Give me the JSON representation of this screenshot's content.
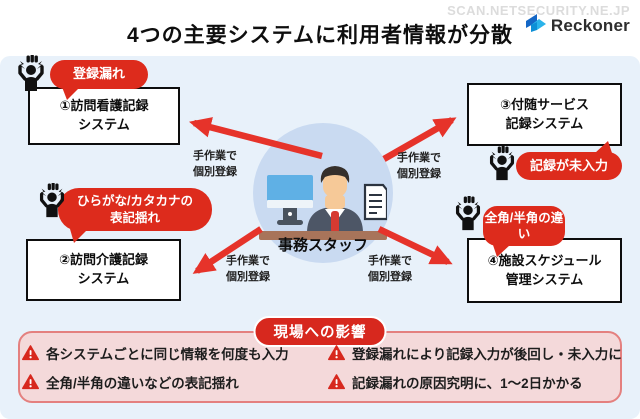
{
  "header": {
    "watermark": "SCAN.NETSECURITY.NE.JP",
    "logo_text": "Reckoner",
    "title": "4つの主要システムに利用者情報が分散"
  },
  "systems": [
    {
      "name": "①訪問看護記録\nシステム",
      "issue": "登録漏れ"
    },
    {
      "name": "②訪問介護記録\nシステム",
      "issue": "ひらがな/カタカナの\n表記揺れ"
    },
    {
      "name": "③付随サービス\n記録システム",
      "issue": "記録が未入力"
    },
    {
      "name": "④施設スケジュール\n管理システム",
      "issue": "全角/半角の違い"
    }
  ],
  "center": {
    "label": "事務スタッフ"
  },
  "arrows": {
    "label": "手作業で\n個別登録"
  },
  "impact": {
    "title": "現場への影響",
    "items": [
      "各システムごとに同じ情報を何度も入力",
      "全角/半角の違いなどの表記揺れ",
      "登録漏れにより記録入力が後回し・未入力に",
      "記録漏れの原因究明に、1〜2日かかる"
    ]
  },
  "icons": {
    "logo": "reckoner-logo-icon",
    "frustrated_person": "frustrated-person-icon",
    "warning": "warning-triangle-icon",
    "document": "document-icon",
    "desk_worker": "office-worker-at-desk-illustration"
  },
  "colors": {
    "accent_red": "#dd2b1c",
    "arrow_red": "#e6332a",
    "panel_blue": "#e8f1fa",
    "circle_blue": "#c9daf1",
    "impact_bg": "#f4d9da",
    "impact_border": "#e4807f"
  }
}
